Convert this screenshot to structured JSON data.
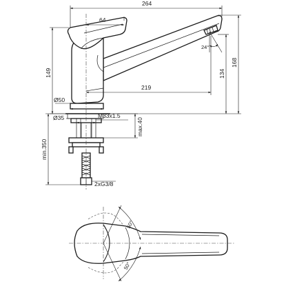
{
  "dimensions": {
    "overall_length": "264",
    "handle_width": "64",
    "spout_reach": "219",
    "body_height": "149",
    "overall_height": "168",
    "spout_height": "134",
    "spout_angle": "24°",
    "base_diameter": "Ø50",
    "shank_diameter": "Ø35",
    "thread": "M33x1.5",
    "max_deck": "max.40",
    "hose_length": "min.350",
    "connection": "2xG3/8",
    "rotation_right": "50°",
    "rotation_left": "50°"
  }
}
